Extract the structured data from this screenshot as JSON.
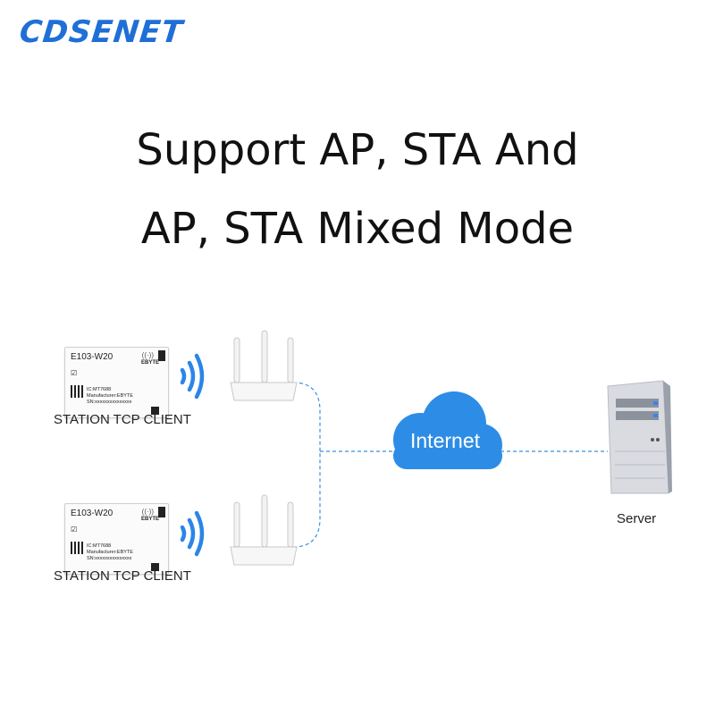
{
  "brand": {
    "logo_text": "CDSENET",
    "logo_color": "#1f6fd6"
  },
  "headline": {
    "line1": "Support AP, STA And",
    "line2": "AP, STA Mixed Mode"
  },
  "diagram": {
    "clients": [
      {
        "model": "E103-W20",
        "brand": "EBYTE",
        "ic": "IC:MT7688",
        "manufacturer": "Manufacturer:EBYTE",
        "sn": "SN:xxxxxxxxxxxxxxx",
        "caption": "STATION TCP CLIENT"
      },
      {
        "model": "E103-W20",
        "brand": "EBYTE",
        "ic": "IC:MT7688",
        "manufacturer": "Manufacturer:EBYTE",
        "sn": "SN:xxxxxxxxxxxxxxx",
        "caption": "STATION TCP CLIENT"
      }
    ],
    "cloud_label": "Internet",
    "server_label": "Server",
    "colors": {
      "wifi": "#2a86e8",
      "cloud": "#2d8de6",
      "link": "#3a8fe0"
    }
  }
}
